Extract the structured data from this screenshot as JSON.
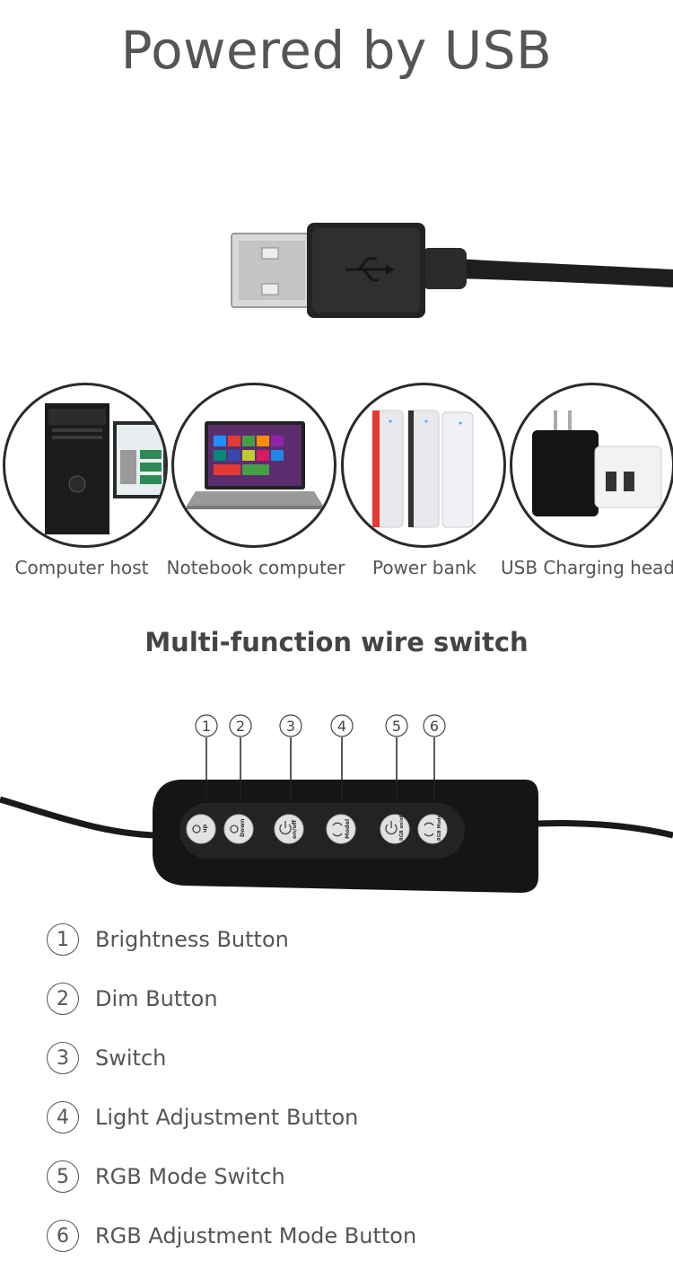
{
  "header": {
    "title": "Powered by USB"
  },
  "devices": [
    {
      "label": "Computer host"
    },
    {
      "label": "Notebook computer"
    },
    {
      "label": "Power bank"
    },
    {
      "label": "USB Charging head"
    }
  ],
  "section": {
    "title": "Multi-function wire switch"
  },
  "switch_diagram": {
    "callouts": [
      "1",
      "2",
      "3",
      "4",
      "5",
      "6"
    ],
    "buttons": [
      {
        "icon": "brightness-up-icon",
        "text": "up"
      },
      {
        "icon": "brightness-down-icon",
        "text": "Down"
      },
      {
        "icon": "power-icon",
        "text": "on/off"
      },
      {
        "icon": "cycle-icon",
        "text": "Model"
      },
      {
        "icon": "power-icon",
        "text": "RGB on/off"
      },
      {
        "icon": "cycle-icon",
        "text": "RGB Mode"
      }
    ]
  },
  "legend": [
    {
      "num": "1",
      "text": "Brightness Button"
    },
    {
      "num": "2",
      "text": "Dim Button"
    },
    {
      "num": "3",
      "text": "Switch"
    },
    {
      "num": "4",
      "text": "Light Adjustment Button"
    },
    {
      "num": "5",
      "text": "RGB Mode Switch"
    },
    {
      "num": "6",
      "text": "RGB Adjustment Mode Button"
    }
  ]
}
